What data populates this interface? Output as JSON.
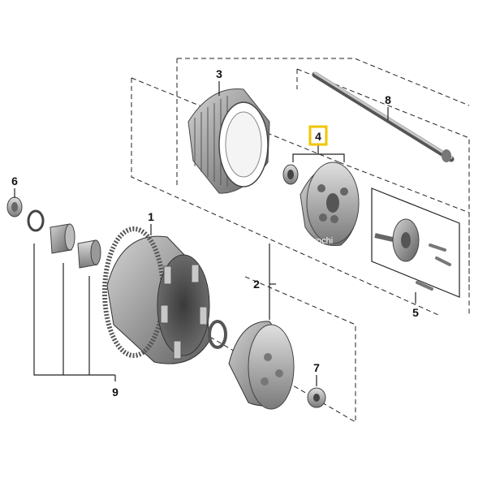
{
  "diagram": {
    "callouts": {
      "c1": "1",
      "c2": "2",
      "c3": "3",
      "c4": "4",
      "c5": "5",
      "c6": "6",
      "c7": "7",
      "c8": "8",
      "c9": "9"
    },
    "highlight_color": "#f2c500",
    "watermark": "hirochi"
  }
}
